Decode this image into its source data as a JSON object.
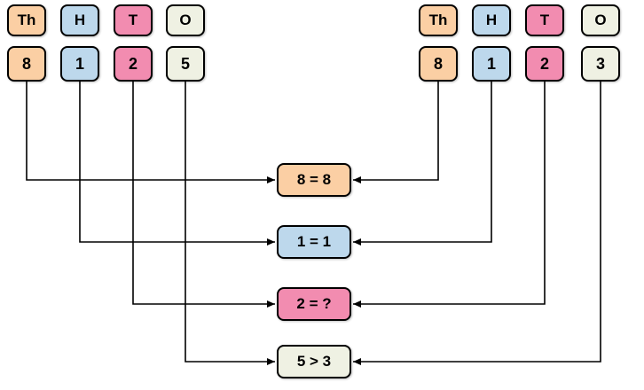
{
  "left_number": {
    "headers": [
      "Th",
      "H",
      "T",
      "O"
    ],
    "digits": [
      "8",
      "1",
      "2",
      "5"
    ]
  },
  "right_number": {
    "headers": [
      "Th",
      "H",
      "T",
      "O"
    ],
    "digits": [
      "8",
      "1",
      "2",
      "3"
    ]
  },
  "comparisons": [
    "8 = 8",
    "1 = 1",
    "2 = ?",
    "5 > 3"
  ],
  "colors": {
    "thousands": "#FBCFA4",
    "hundreds": "#BDD8EC",
    "tens": "#F28CB0",
    "ones": "#EFF1E3",
    "border": "#000000",
    "connector": "#000000"
  }
}
